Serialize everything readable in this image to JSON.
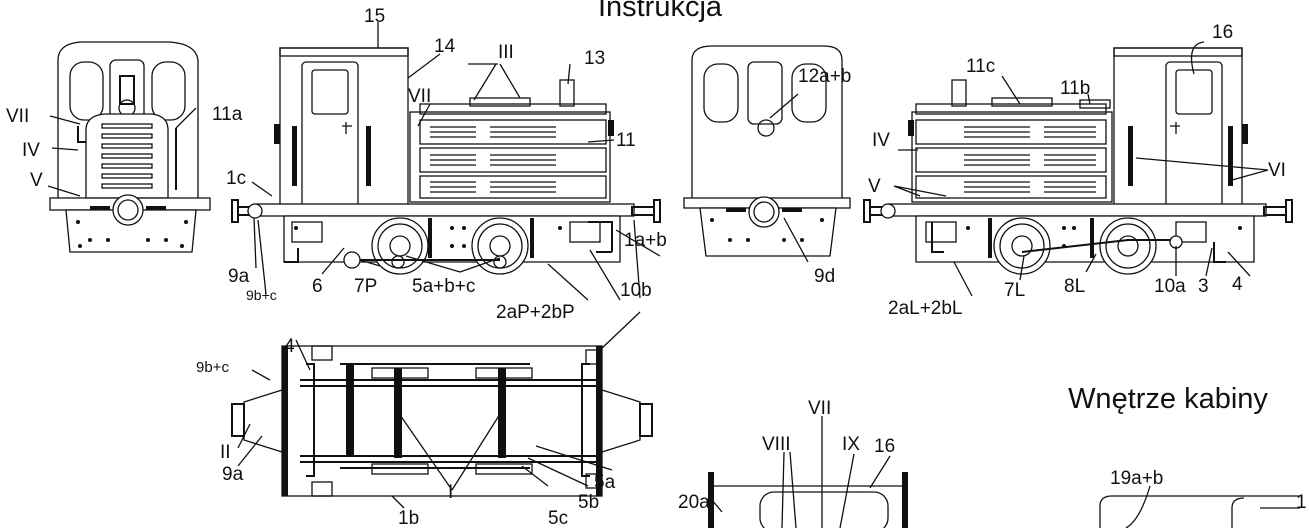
{
  "title": "Instrukcja",
  "cabin_heading": "Wnętrze kabiny",
  "labels": {
    "l15": "15",
    "l14": "14",
    "l13": "13",
    "lIII": "III",
    "lVII_side": "VII",
    "l11": "11",
    "l1c": "1c",
    "l9a": "9a",
    "l9bc": "9b+c",
    "l6": "6",
    "l7P": "7P",
    "l5abc": "5a+b+c",
    "l2aP2bP": "2aP+2bP",
    "l10b": "10b",
    "l1ab": "1a+b",
    "lVII_front": "VII",
    "l11a": "11a",
    "lIV_front": "IV",
    "lV_front": "V",
    "l12ab": "12a+b",
    "l9d": "9d",
    "l16": "16",
    "l11c": "11c",
    "l11b": "11b",
    "lIV_right": "IV",
    "lVI": "VI",
    "lV_right": "V",
    "l2aL2bL": "2aL+2bL",
    "l7L": "7L",
    "l8L": "8L",
    "l10a": "10a",
    "l3": "3",
    "l4_right": "4",
    "l4_top": "4",
    "l9bc_top": "9b+c",
    "lII": "II",
    "l9a_top": "9a",
    "lI": "I",
    "l1b": "1b",
    "l5c": "5c",
    "l5b": "5b",
    "l5a": "5a",
    "lVII_cab": "VII",
    "lVIII": "VIII",
    "lIX": "IX",
    "l16_cab": "16",
    "l20a": "20a",
    "l19ab": "19a+b",
    "l1_edge": "1"
  }
}
